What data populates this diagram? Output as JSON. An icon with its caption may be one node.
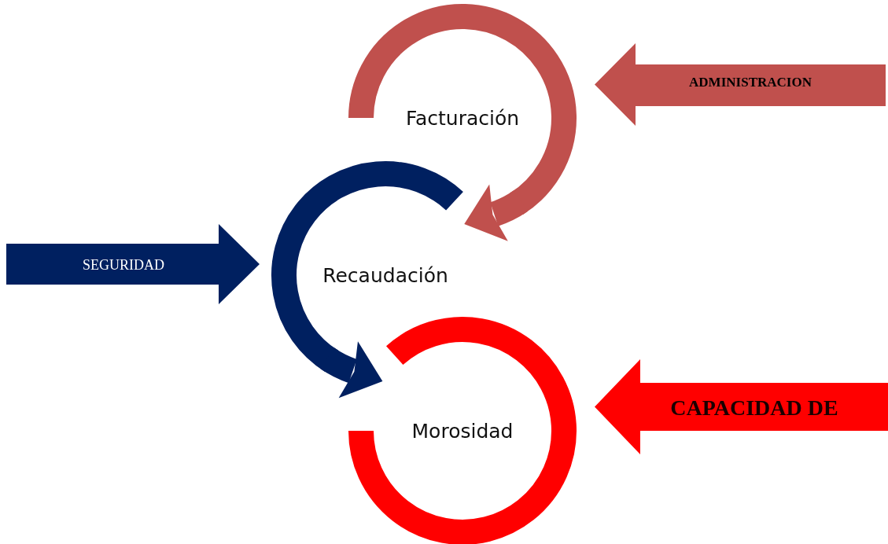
{
  "diagram": {
    "nodes": [
      {
        "text": [
          "Facturación"
        ]
      },
      {
        "text": [
          "ADMINISTRACION"
        ]
      },
      {
        "text": [
          "SEGURIDAD"
        ]
      },
      {
        "text": [
          "Recaudación"
        ]
      },
      {
        "text": [
          "Morosidad"
        ]
      },
      {
        "text": [
          "CAPACIDAD DE"
        ]
      }
    ],
    "edges": [
      {
        "from": 0,
        "to": 3,
        "arrow": "to",
        "color": "#c0504d"
      },
      {
        "from": 3,
        "to": 4,
        "arrow": "to",
        "color": "#002060"
      }
    ]
  }
}
